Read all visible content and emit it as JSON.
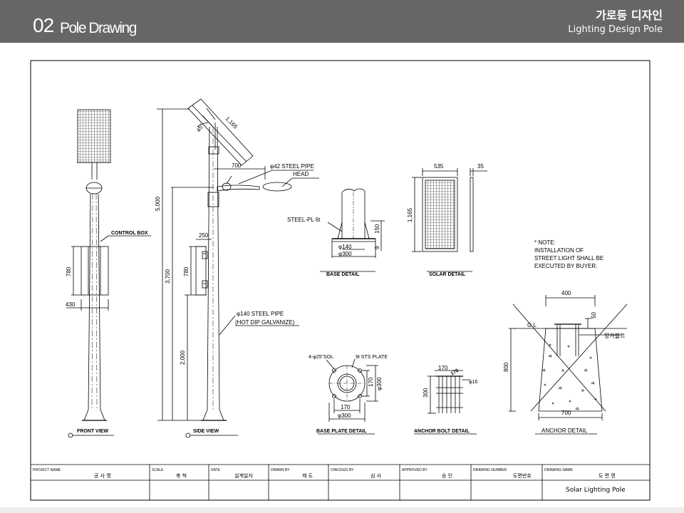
{
  "header": {
    "number": "02",
    "title": "Pole Drawing",
    "title_ko": "가로등 디자인",
    "subtitle": "Lighting Design Pole"
  },
  "drawing": {
    "front": {
      "control_box": "CONTROL BOX",
      "dim_780": "780",
      "dim_430": "430",
      "caption": "FRONT VIEW"
    },
    "side": {
      "dim_1165": "1,165",
      "dim_45": "45°",
      "dim_700": "700",
      "steel_pipe_42": "φ42 STEEL PIPE",
      "head": "HEAD",
      "dim_5000": "5,000",
      "dim_250": "250",
      "dim_3700": "3,700",
      "dim_780": "780",
      "steel_pipe_140": "φ140 STEEL PIPE",
      "hot_dip": "(HOT DIP GALVANIZE)",
      "dim_2000": "2,000",
      "caption": "SIDE VIEW"
    },
    "base": {
      "steel_pl": "STEEL-PL 6t",
      "dim_150": "150",
      "dim_9": "9",
      "dim_140": "φ140",
      "dim_300": "φ300",
      "caption": "BASE DETAIL"
    },
    "solar": {
      "dim_535": "535",
      "dim_35": "35",
      "dim_1165": "1,165",
      "caption": "SOLAR DETAIL"
    },
    "note": {
      "line1": "* NOTE:",
      "line2": "INSTALLATION OF",
      "line3": "STREET LIGHT SHALL BE",
      "line4": "EXECUTED BY BUYER."
    },
    "base_plate": {
      "holes": "4-φ25\"SOL",
      "plate": "9t STS PLATE",
      "dim_170v": "170",
      "dim_300v": "φ300",
      "dim_170h": "170",
      "dim_300h": "φ300",
      "caption": "BASE PLATE DETAIL"
    },
    "anchor_bolt": {
      "dim_170a": "170",
      "dim_170b": "170",
      "dim_16": "φ16",
      "dim_300": "300",
      "caption": "ANCHOR BOLT DETAIL"
    },
    "anchor": {
      "dim_400": "400",
      "dim_50": "50",
      "gl": "G.L",
      "bolt_ko": "앙카볼트",
      "dim_800": "800",
      "dim_700": "700",
      "caption": "ANCHOR DETAIL"
    }
  },
  "title_block": {
    "project_name_label": "PROJECT NAME",
    "project_name_value": "공 사 명",
    "scale_label": "SCALE",
    "scale_value": "축 척",
    "date_label": "DATE",
    "date_value": "설계일자",
    "drawn_by_label": "DRAWN BY",
    "drawn_by_value": "제 도",
    "checked_by_label": "CHECKED BY",
    "checked_by_value": "심 사",
    "approved_by_label": "APPROVED BY",
    "approved_by_value": "승 인",
    "drawing_number_label": "DRAWING NUMBER",
    "drawing_number_value": "도면번호",
    "drawing_name_label": "DRAWING NAME",
    "drawing_name_value": "도 면 명",
    "drawing_title": "Solar Lighting Pole"
  }
}
